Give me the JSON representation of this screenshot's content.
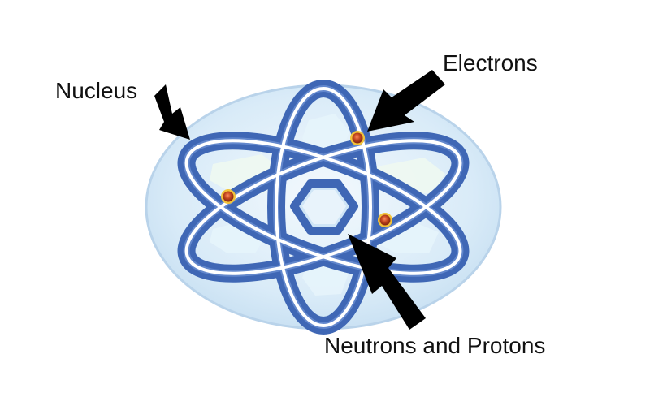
{
  "labels": {
    "nucleus": "Nucleus",
    "electrons": "Electrons",
    "neutrons_protons": "Neutrons and Protons"
  },
  "colors": {
    "disc_fill_center": "#eef6fc",
    "disc_fill_edge": "#c9e2f4",
    "disc_rim": "#b9d3ea",
    "orbit_band": "#3f67b5",
    "orbit_band_light": "#6f93d6",
    "orbit_line": "#ffffff",
    "electron_core": "#c0451f",
    "electron_rim": "#f2c33a",
    "arrow": "#000000",
    "text": "#111111"
  },
  "icons": {
    "arrow": "black-block-arrow-icon",
    "electron": "electron-dot-icon"
  }
}
